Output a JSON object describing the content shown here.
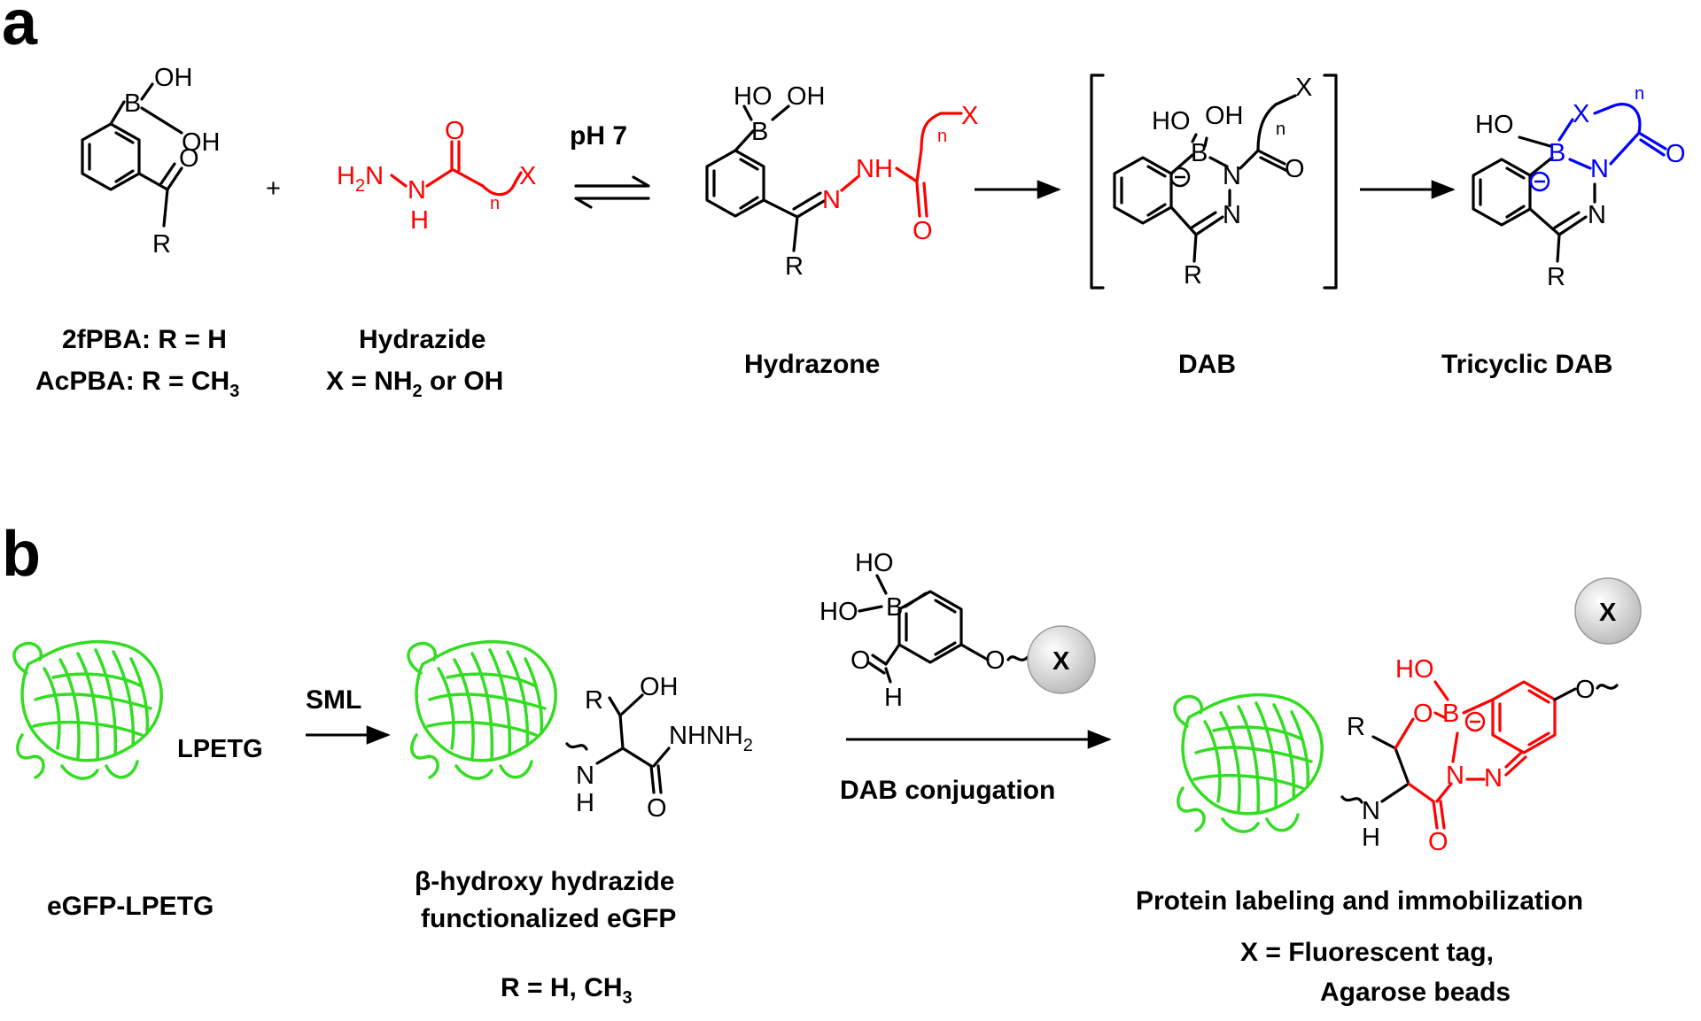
{
  "panels": {
    "a": "a",
    "b": "b"
  },
  "panel_a": {
    "reagent1_caption_line1": "2fPBA: R = H",
    "reagent1_caption_line2_prefix": "AcPBA: R = CH",
    "reagent1_caption_line2_sub": "3",
    "reagent2_caption_line1": "Hydrazide",
    "reagent2_caption_line2_prefix": "X = NH",
    "reagent2_caption_line2_sub": "2",
    "reagent2_caption_line2_suffix": " or OH",
    "plus": "+",
    "condition": "pH 7",
    "hydrazone_caption": "Hydrazone",
    "dab_caption": "DAB",
    "tricyclic_caption": "Tricyclic DAB"
  },
  "panel_b": {
    "protein_caption": "eGFP-LPETG",
    "tag_label": "LPETG",
    "step1_label": "SML",
    "intermediate_caption_line1": "β-hydroxy hydrazide",
    "intermediate_caption_line2": "functionalized eGFP",
    "r_definition_prefix": "R = H, CH",
    "r_definition_sub": "3",
    "step2_label": "DAB conjugation",
    "x_circle_label": "X",
    "product_caption": "Protein labeling and immobilization",
    "x_definition_line1": "X = Fluorescent tag,",
    "x_definition_line2": "Agarose beads"
  },
  "colors": {
    "reagent": "#ff0000",
    "tricyclic": "#0000ff",
    "protein": "#33dd22",
    "text": "#000000"
  }
}
